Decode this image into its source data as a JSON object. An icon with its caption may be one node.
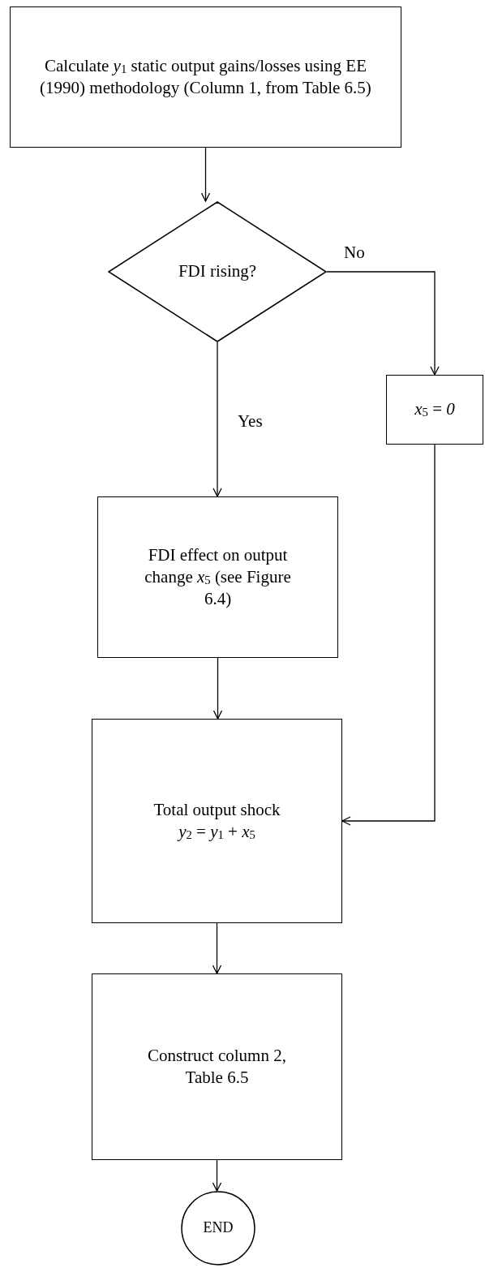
{
  "diagram": {
    "nodes": [
      {
        "text": [
          "Calculate *y*$_{1}$ static output gains/losses using EE (1990) methodology (Column 1, from Table 6.5)"
        ]
      },
      {
        "text": [
          "FDI rising?"
        ]
      },
      {
        "text": [
          "*x*$_{5}$ = *0*"
        ]
      },
      {
        "text": [
          "FDI effect on output change *x*$_{5}$ (see Figure 6.4)"
        ]
      },
      {
        "text": [
          "Total output shock",
          "*y*$_{2}$ = *y*$_{1}$ + *x*$_{5}$"
        ]
      },
      {
        "text": [
          "Construct column 2, Table 6.5"
        ]
      },
      {
        "text": [
          "END"
        ]
      }
    ],
    "edges": [
      {
        "from": 0,
        "to": 1,
        "arrow": "to"
      },
      {
        "from": 1,
        "to": 2,
        "arrow": "to",
        "label": "No"
      },
      {
        "from": 1,
        "to": 3,
        "arrow": "to",
        "label": "Yes"
      },
      {
        "from": 3,
        "to": 4,
        "arrow": "to"
      },
      {
        "from": 2,
        "to": 4,
        "arrow": "to"
      },
      {
        "from": 4,
        "to": 5,
        "arrow": "to"
      },
      {
        "from": 5,
        "to": 6,
        "arrow": "to"
      }
    ]
  }
}
